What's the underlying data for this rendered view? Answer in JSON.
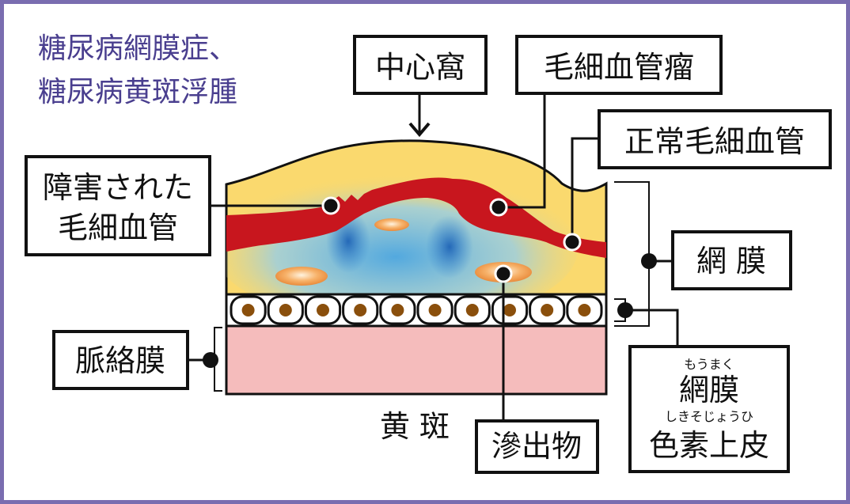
{
  "title": {
    "line1": "糖尿病網膜症、",
    "line2": "糖尿病黄斑浮腫"
  },
  "labels": {
    "fovea": "中心窩",
    "microaneurysm": "毛細血管瘤",
    "normal_capillary": "正常毛細血管",
    "damaged_capillary_line1": "障害された",
    "damaged_capillary_line2": "毛細血管",
    "retina": "網 膜",
    "choroid": "脈絡膜",
    "rpe_line1": "網膜",
    "rpe_line1_ruby": "もうまく",
    "rpe_line2": "色素上皮",
    "rpe_line2_ruby": "しきそじょうひ",
    "macula": "黄 斑",
    "exudate": "滲出物"
  },
  "colors": {
    "frame": "#7a6db0",
    "title": "#4a3f8f",
    "retina_layer": "#fad96e",
    "vessel": "#c8161e",
    "edema": "#5ab0e6",
    "exudate": "#f4a55a",
    "choroid": "#f5bcbc",
    "rpe_nucleus": "#8a4f0c"
  }
}
